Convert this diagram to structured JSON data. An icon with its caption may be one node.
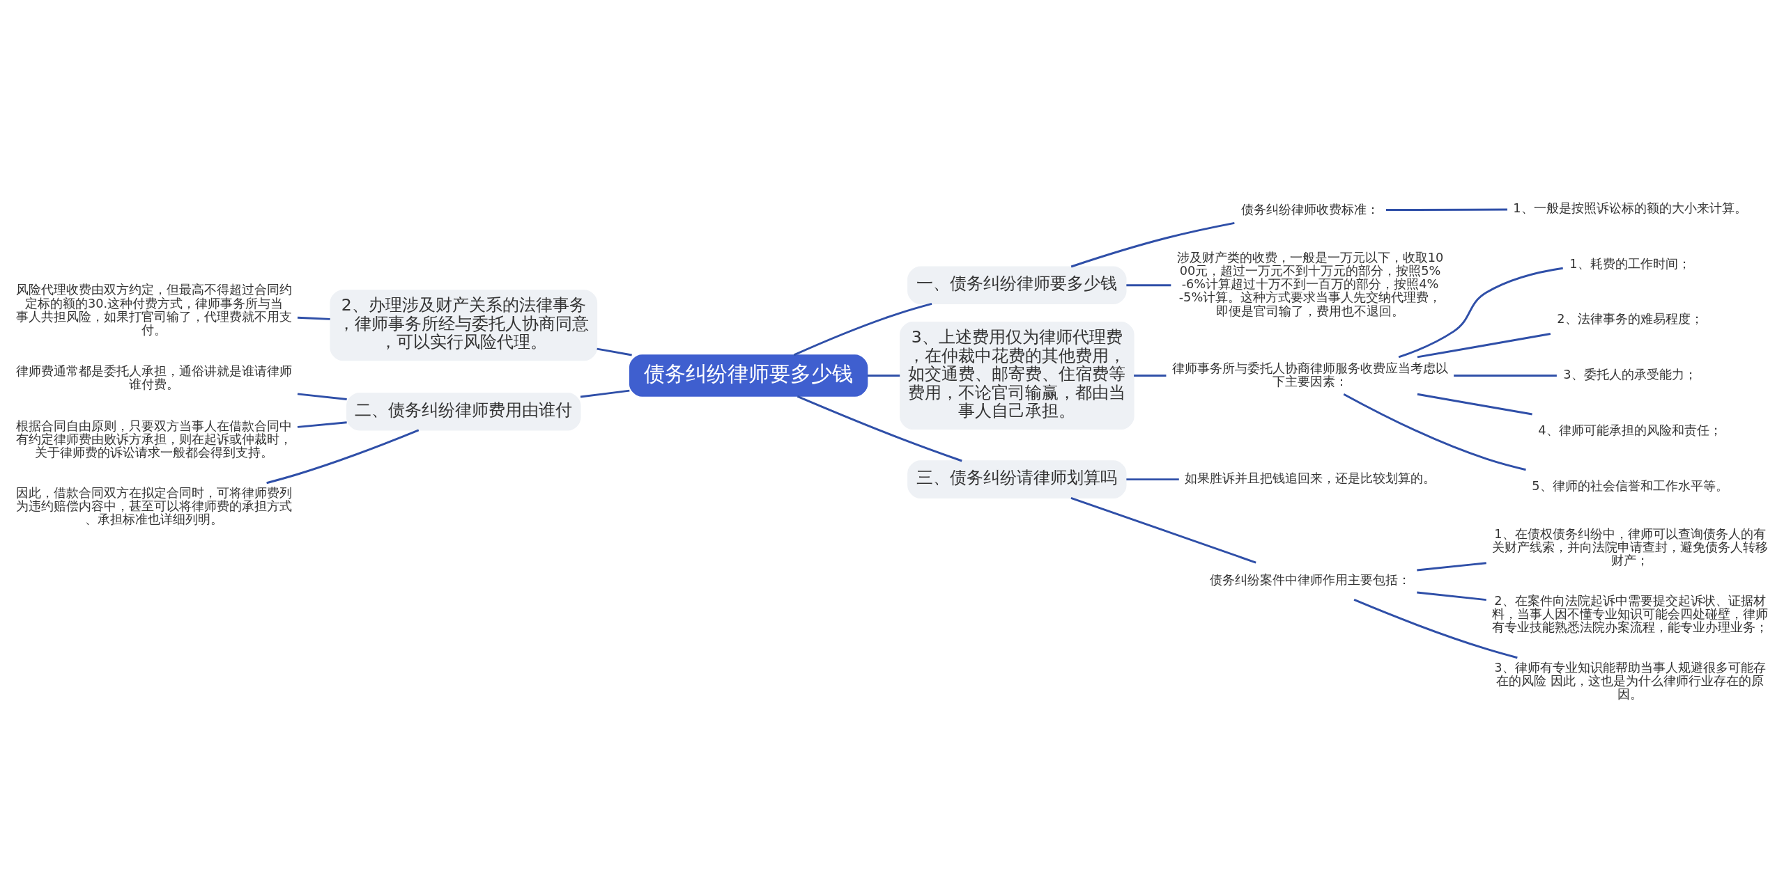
{
  "diagram": {
    "nodes": [
      {
        "text": [
          "债务纠纷律师要多少钱"
        ]
      },
      {
        "text": [
          "2、办理涉及财产关系的法律事务，律师事务所经与委托人协商同意，可以实行风险代理。"
        ]
      },
      {
        "text": [
          "风险代理收费由双方约定，但最高不得超过合同约定标的额的30.这种付费方式，律师事务所与当事人共担风险，如果打官司输了，代理费就不用支付。"
        ]
      },
      {
        "text": [
          "二、债务纠纷律师费用由谁付"
        ]
      },
      {
        "text": [
          "律师费通常都是委托人承担，通俗讲就是谁请律师谁付费。"
        ]
      },
      {
        "text": [
          "根据合同自由原则，只要双方当事人在借款合同中有约定律师费由败诉方承担，则在起诉或仲裁时，关于律师费的诉讼请求一般都会得到支持。"
        ]
      },
      {
        "text": [
          "因此，借款合同双方在拟定合同时，可将律师费列为违约赔偿内容中，甚至可以将律师费的承担方式、承担标准也详细列明。"
        ]
      },
      {
        "text": [
          "一、债务纠纷律师要多少钱"
        ]
      },
      {
        "text": [
          "债务纠纷律师收费标准："
        ]
      },
      {
        "text": [
          "1、一般是按照诉讼标的额的大小来计算。"
        ]
      },
      {
        "text": [
          "涉及财产类的收费，一般是一万元以下，收取1000元，超过一万元不到十万元的部分，按照5%-6%计算超过十万不到一百万的部分，按照4%-5%计算。这种方式要求当事人先交纳代理费，即便是官司输了，费用也不退回。"
        ]
      },
      {
        "text": [
          "3、上述费用仅为律师代理费，在仲裁中花费的其他费用，如交通费、邮寄费、住宿费等费用，不论官司输赢，都由当事人自己承担。"
        ]
      },
      {
        "text": [
          "律师事务所与委托人协商律师服务收费应当考虑以下主要因素："
        ]
      },
      {
        "text": [
          "1、耗费的工作时间；"
        ]
      },
      {
        "text": [
          "2、法律事务的难易程度；"
        ]
      },
      {
        "text": [
          "3、委托人的承受能力；"
        ]
      },
      {
        "text": [
          "4、律师可能承担的风险和责任；"
        ]
      },
      {
        "text": [
          "5、律师的社会信誉和工作水平等。"
        ]
      },
      {
        "text": [
          "三、债务纠纷请律师划算吗"
        ]
      },
      {
        "text": [
          "如果胜诉并且把钱追回来，还是比较划算的。"
        ]
      },
      {
        "text": [
          "债务纠纷案件中律师作用主要包括："
        ]
      },
      {
        "text": [
          "1、在债权债务纠纷中，律师可以查询债务人的有关财产线索，并向法院申请查封，避免债务人转移财产；"
        ]
      },
      {
        "text": [
          "2、在案件向法院起诉中需要提交起诉状、证据材料，当事人因不懂专业知识可能会四处碰壁，律师有专业技能熟悉法院办案流程，能专业办理业务；"
        ]
      },
      {
        "text": [
          "3、律师有专业知识能帮助当事人规避很多可能存在的风险 因此，这也是为什么律师行业存在的原因。"
        ]
      }
    ],
    "edges": [
      {
        "from": 0,
        "to": 1,
        "arrow": "none"
      },
      {
        "from": 1,
        "to": 2,
        "arrow": "none"
      },
      {
        "from": 0,
        "to": 3,
        "arrow": "none"
      },
      {
        "from": 3,
        "to": 4,
        "arrow": "none"
      },
      {
        "from": 3,
        "to": 5,
        "arrow": "none"
      },
      {
        "from": 3,
        "to": 6,
        "arrow": "none"
      },
      {
        "from": 0,
        "to": 7,
        "arrow": "none"
      },
      {
        "from": 7,
        "to": 8,
        "arrow": "none"
      },
      {
        "from": 8,
        "to": 9,
        "arrow": "none"
      },
      {
        "from": 7,
        "to": 10,
        "arrow": "none"
      },
      {
        "from": 0,
        "to": 11,
        "arrow": "none"
      },
      {
        "from": 11,
        "to": 12,
        "arrow": "none"
      },
      {
        "from": 12,
        "to": 13,
        "arrow": "none"
      },
      {
        "from": 12,
        "to": 14,
        "arrow": "none"
      },
      {
        "from": 12,
        "to": 15,
        "arrow": "none"
      },
      {
        "from": 12,
        "to": 16,
        "arrow": "none"
      },
      {
        "from": 12,
        "to": 17,
        "arrow": "none"
      },
      {
        "from": 0,
        "to": 18,
        "arrow": "none"
      },
      {
        "from": 18,
        "to": 19,
        "arrow": "none"
      },
      {
        "from": 18,
        "to": 20,
        "arrow": "none"
      },
      {
        "from": 20,
        "to": 21,
        "arrow": "none"
      },
      {
        "from": 20,
        "to": 22,
        "arrow": "none"
      },
      {
        "from": 20,
        "to": 23,
        "arrow": "none"
      }
    ]
  }
}
